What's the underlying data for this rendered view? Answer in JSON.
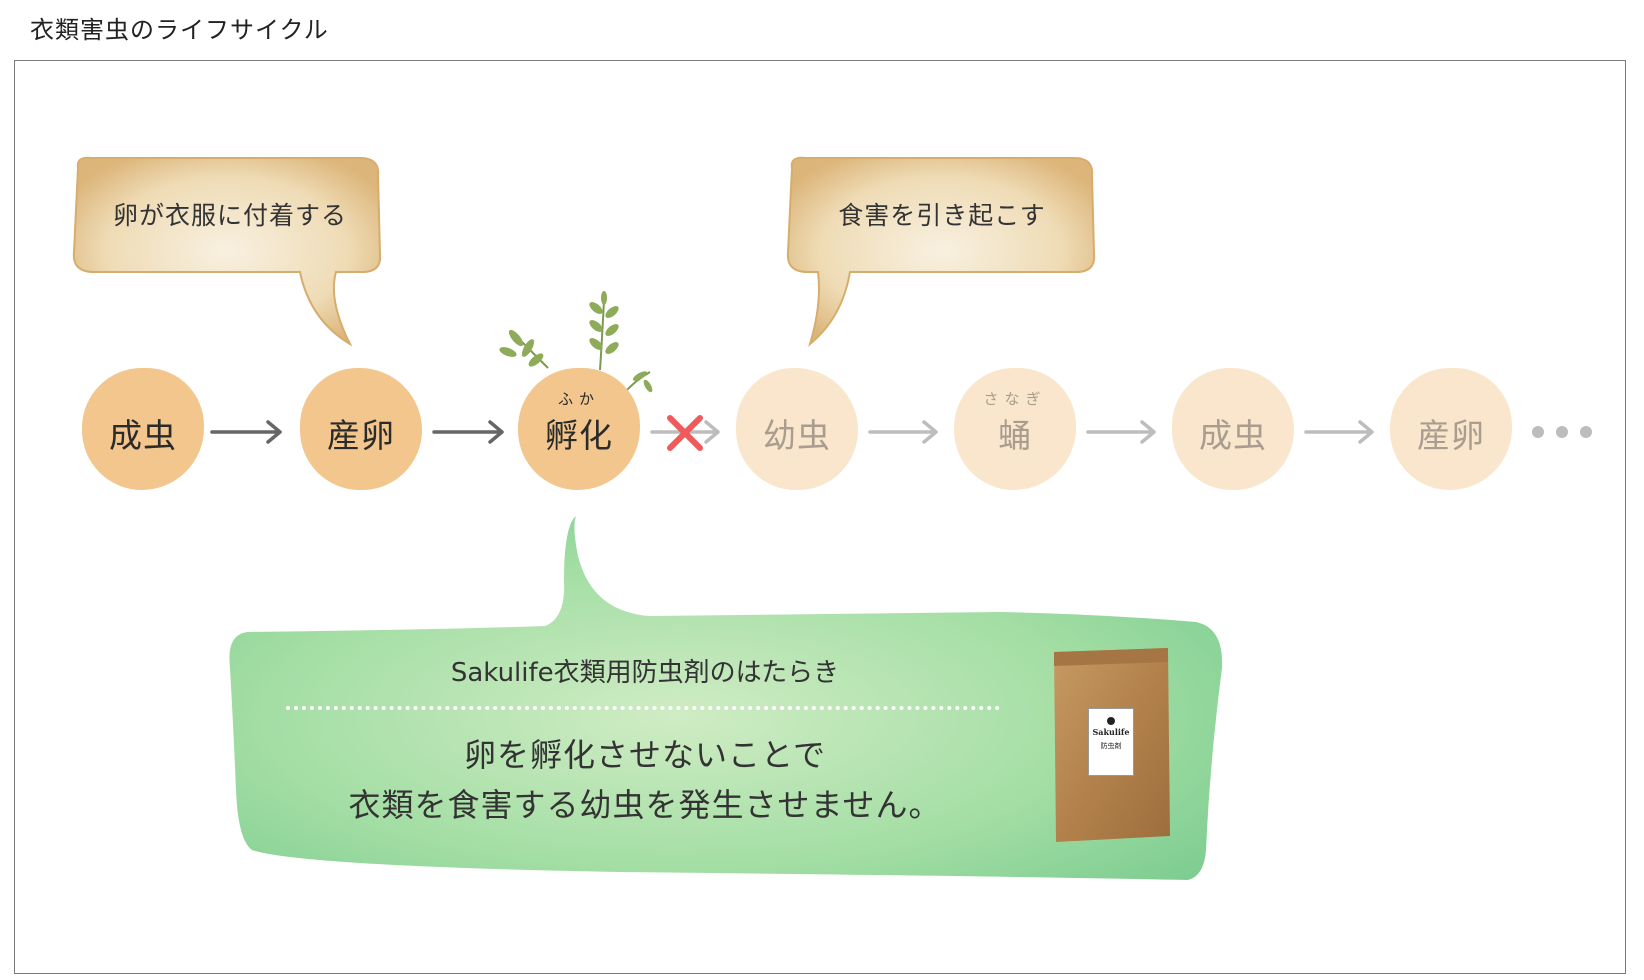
{
  "page_title": "衣類害虫のライフサイクル",
  "bubbles": {
    "egg_attach": "卵が衣服に付着する",
    "damage": "食害を引き起こす"
  },
  "stages": [
    {
      "label": "成虫",
      "ruby": "",
      "state": "active"
    },
    {
      "label": "産卵",
      "ruby": "",
      "state": "active"
    },
    {
      "label": "孵化",
      "ruby": "ふか",
      "state": "active"
    },
    {
      "label": "幼虫",
      "ruby": "",
      "state": "faded"
    },
    {
      "label": "蛹",
      "ruby": "さなぎ",
      "state": "faded"
    },
    {
      "label": "成虫",
      "ruby": "",
      "state": "faded"
    },
    {
      "label": "産卵",
      "ruby": "",
      "state": "faded"
    }
  ],
  "callout": {
    "title": "Sakulife衣類用防虫剤のはたらき",
    "line1": "卵を孵化させないことで",
    "line2": "衣類を食害する幼虫を発生させません。"
  },
  "product": {
    "brand": "Sakulife",
    "name": "防虫剤"
  },
  "colors": {
    "stage_active": "#f2c68c",
    "stage_faded": "#f9e6cd",
    "arrow_active": "#666666",
    "arrow_faded": "#bdbdbd",
    "cross": "#f05a5a",
    "speech_bubble": "#f1e2c4",
    "callout_green": "#8fd89a"
  },
  "icons": {
    "blocked": "cross-icon",
    "continuation": "ellipsis-icon",
    "decoration": "leaf-sprig-icon"
  }
}
